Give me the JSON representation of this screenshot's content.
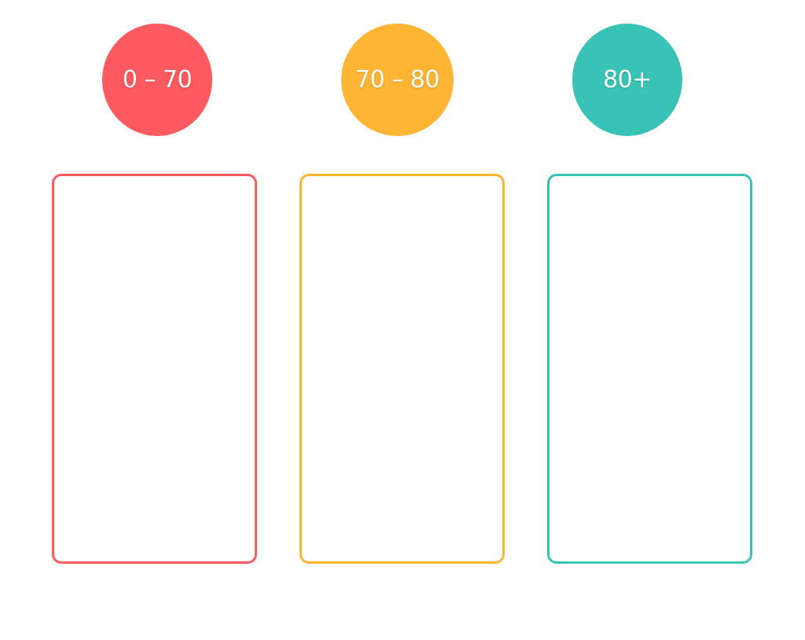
{
  "categories": [
    {
      "label": "0 – 70",
      "color": "#ff5a5f"
    },
    {
      "label": "70 – 80",
      "color": "#ffb534"
    },
    {
      "label": "80+",
      "color": "#39c2b6"
    }
  ]
}
